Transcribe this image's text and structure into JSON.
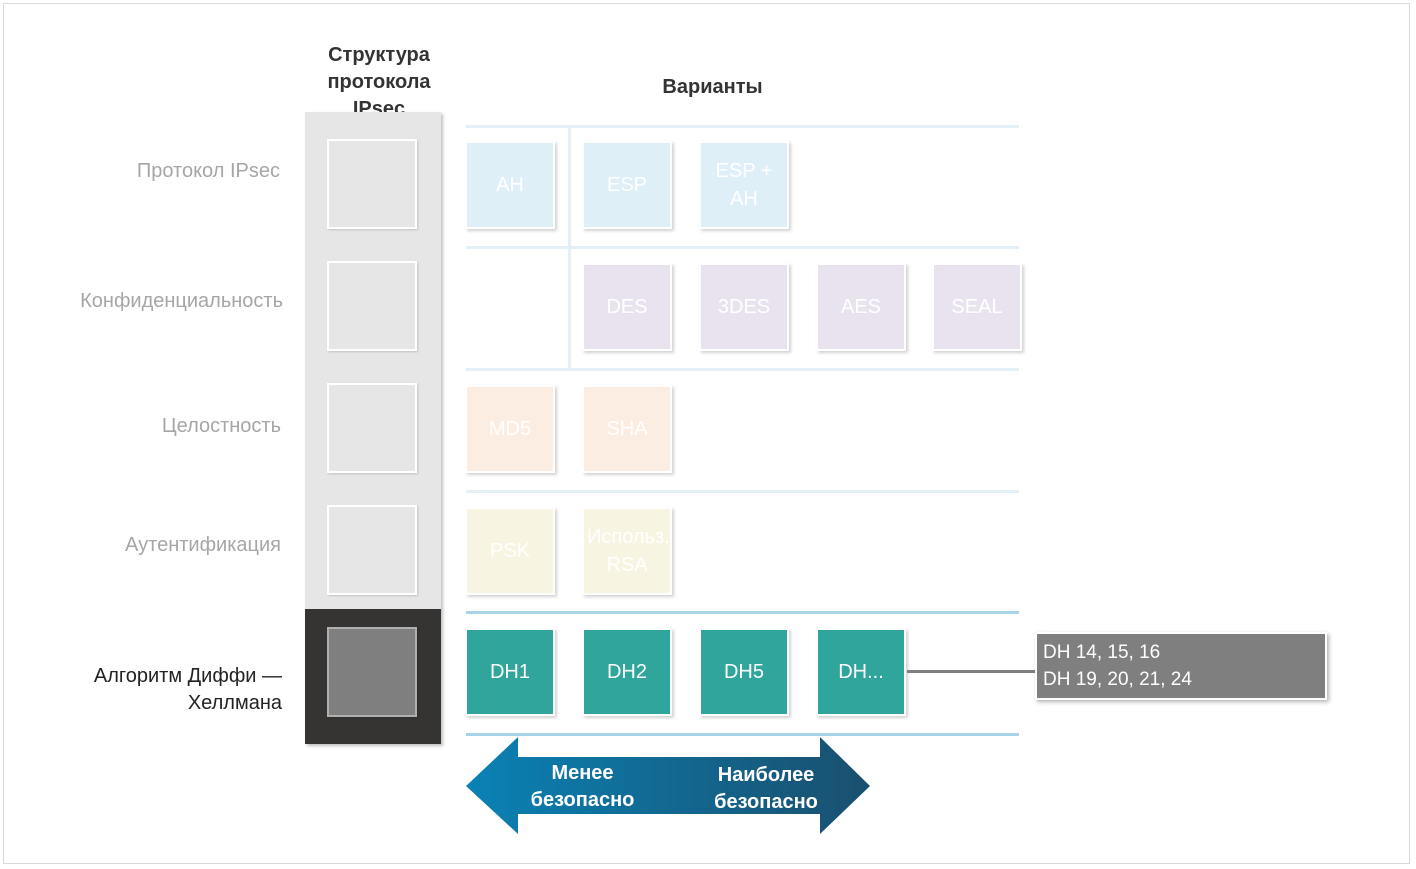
{
  "header": {
    "structure_title": "Структура протокола IPsec",
    "options_title": "Варианты"
  },
  "rows": [
    {
      "label": "Протокол IPsec"
    },
    {
      "label": "Конфиденциальность"
    },
    {
      "label": "Целостность"
    },
    {
      "label": "Аутентификация"
    },
    {
      "label": "Алгоритм Диффи — Хеллмана"
    }
  ],
  "options": {
    "protocol": [
      "AH",
      "ESP",
      "ESP + AH"
    ],
    "confidentiality": [
      "DES",
      "3DES",
      "AES",
      "SEAL"
    ],
    "integrity": [
      "MD5",
      "SHA"
    ],
    "authentication": [
      "PSK",
      "Использ. RSA"
    ],
    "diffie_hellman": [
      "DH1",
      "DH2",
      "DH5",
      "DH..."
    ]
  },
  "tooltip": {
    "line1": "DH 14, 15, 16",
    "line2": "DH 19, 20, 21, 24"
  },
  "arrow": {
    "left_label": "Менее безопасно",
    "right_label": "Наиболее безопасно"
  },
  "colors": {
    "protocol": "#dfeff7",
    "confidentiality": "#e9e3f0",
    "integrity": "#fcede3",
    "authentication": "#f8f4e2",
    "diffie_hellman": "#2fa59b",
    "arrow_left": "#0a82b5",
    "arrow_right": "#1a4f6e"
  }
}
